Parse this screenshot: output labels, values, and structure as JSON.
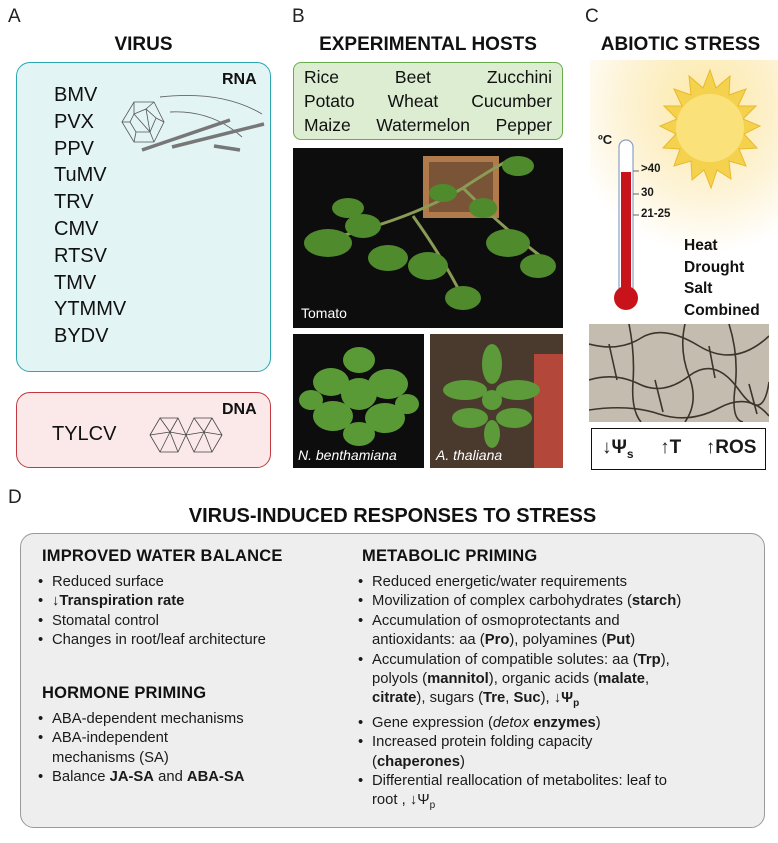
{
  "panels": {
    "a": {
      "letter": "A",
      "title": "VIRUS",
      "rna_label": "RNA",
      "rna_viruses": [
        "BMV",
        "PVX",
        "PPV",
        "TuMV",
        "TRV",
        "CMV",
        "RTSV",
        "TMV",
        "YTMMV",
        "BYDV"
      ],
      "dna_label": "DNA",
      "dna_viruses": [
        "TYLCV"
      ]
    },
    "b": {
      "letter": "B",
      "title": "EXPERIMENTAL HOSTS",
      "hosts": [
        [
          "Rice",
          "Beet",
          "Zucchini"
        ],
        [
          "Potato",
          "Wheat",
          "Cucumber"
        ],
        [
          "Maize",
          "Watermelon",
          "Pepper"
        ]
      ],
      "photos": {
        "tomato": "Tomato",
        "benthamiana": "N. benthamiana",
        "thaliana": "A. thaliana"
      }
    },
    "c": {
      "letter": "C",
      "title": "ABIOTIC STRESS",
      "temp_unit": "ºC",
      "temp_marks": [
        ">40",
        "30",
        "21-25"
      ],
      "stresses": [
        "Heat",
        "Drought",
        "Salt",
        "Combined"
      ],
      "formula": {
        "arrow_down": "↓",
        "psi": "Ψ",
        "psi_sub": "s",
        "arrow_up_t": "↑",
        "t": "T",
        "arrow_up_ros": "↑",
        "ros": "ROS"
      }
    },
    "d": {
      "letter": "D",
      "title": "VIRUS-INDUCED RESPONSES TO STRESS",
      "water": {
        "title": "IMPROVED WATER BALANCE",
        "items": [
          "Reduced surface",
          "Transpiration rate",
          "Stomatal control",
          "Changes in root/leaf architecture"
        ],
        "arrow": "↓"
      },
      "hormone": {
        "title": "HORMONE PRIMING",
        "i1": "ABA-dependent mechanisms",
        "i2a": "ABA-independent",
        "i2b": "mechanisms (SA)",
        "i3a": "Balance ",
        "i3b": "JA-SA",
        "i3c": " and ",
        "i3d": "ABA-SA"
      },
      "metabolic": {
        "title": "METABOLIC PRIMING",
        "m1": "Reduced energetic/water requirements",
        "m2a": "Movilization of complex carbohydrates (",
        "m2b": "starch",
        "m2c": ")",
        "m3a": "Accumulation of osmoprotectants and",
        "m3b": "antioxidants: aa (",
        "m3c": "Pro",
        "m3d": "), polyamines (",
        "m3e": "Put",
        "m3f": ")",
        "m4a": "Accumulation of compatible solutes: aa (",
        "m4b": "Trp",
        "m4c": "),",
        "m4d": "polyols (",
        "m4e": "mannitol",
        "m4f": "), organic acids (",
        "m4g": "malate",
        "m4h": ",",
        "m4i": "citrate",
        "m4j": "), sugars (",
        "m4k": "Tre",
        "m4l": ", ",
        "m4m": "Suc",
        "m4n": "), ",
        "m4o": "↓Ψ",
        "m4p": "p",
        "m5a": "Gene expression (",
        "m5b": "detox",
        "m5c": " enzymes",
        "m5d": ")",
        "m6a": "Increased protein folding capacity",
        "m6b": "(",
        "m6c": "chaperones",
        "m6d": ")",
        "m7a": "Differential reallocation of metabolites: leaf to",
        "m7b": "root , ",
        "m7c": "↓Ψ",
        "m7d": "p"
      }
    }
  }
}
